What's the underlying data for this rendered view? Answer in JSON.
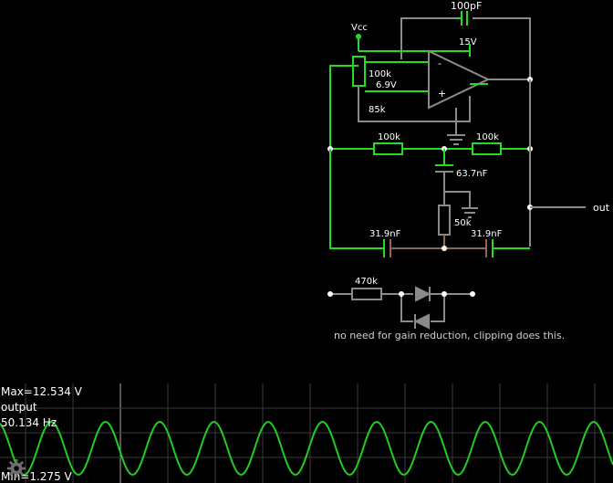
{
  "circuit": {
    "labels": {
      "cap_top": "100pF",
      "vcc": "Vcc",
      "supply_15v": "15V",
      "res_100k_a": "100k",
      "volt_6_9v": "6.9V",
      "res_85k": "85k",
      "opamp_minus": "-",
      "opamp_plus": "+",
      "res_100k_b": "100k",
      "res_100k_c": "100k",
      "cap_63_7nF": "63.7nF",
      "res_50k": "50k",
      "cap_31_9nF_a": "31.9nF",
      "cap_31_9nF_b": "31.9nF",
      "output": "out",
      "res_470k": "470k",
      "note": "no need for gain reduction, clipping does this."
    },
    "colors": {
      "wire_active": "#22dd22",
      "wire_idle": "#8a8a8a",
      "wire_mid": "#8a6a50",
      "node": "#ffffff"
    }
  },
  "scope": {
    "max_label": "Max=12.534 V",
    "signal_label": "output",
    "freq_label": "50.134 Hz",
    "min_label": "Min=1.275 V",
    "settings_icon": "gear-icon",
    "waveform": {
      "cycles_visible": 11.3,
      "color": "#22cc22"
    }
  }
}
